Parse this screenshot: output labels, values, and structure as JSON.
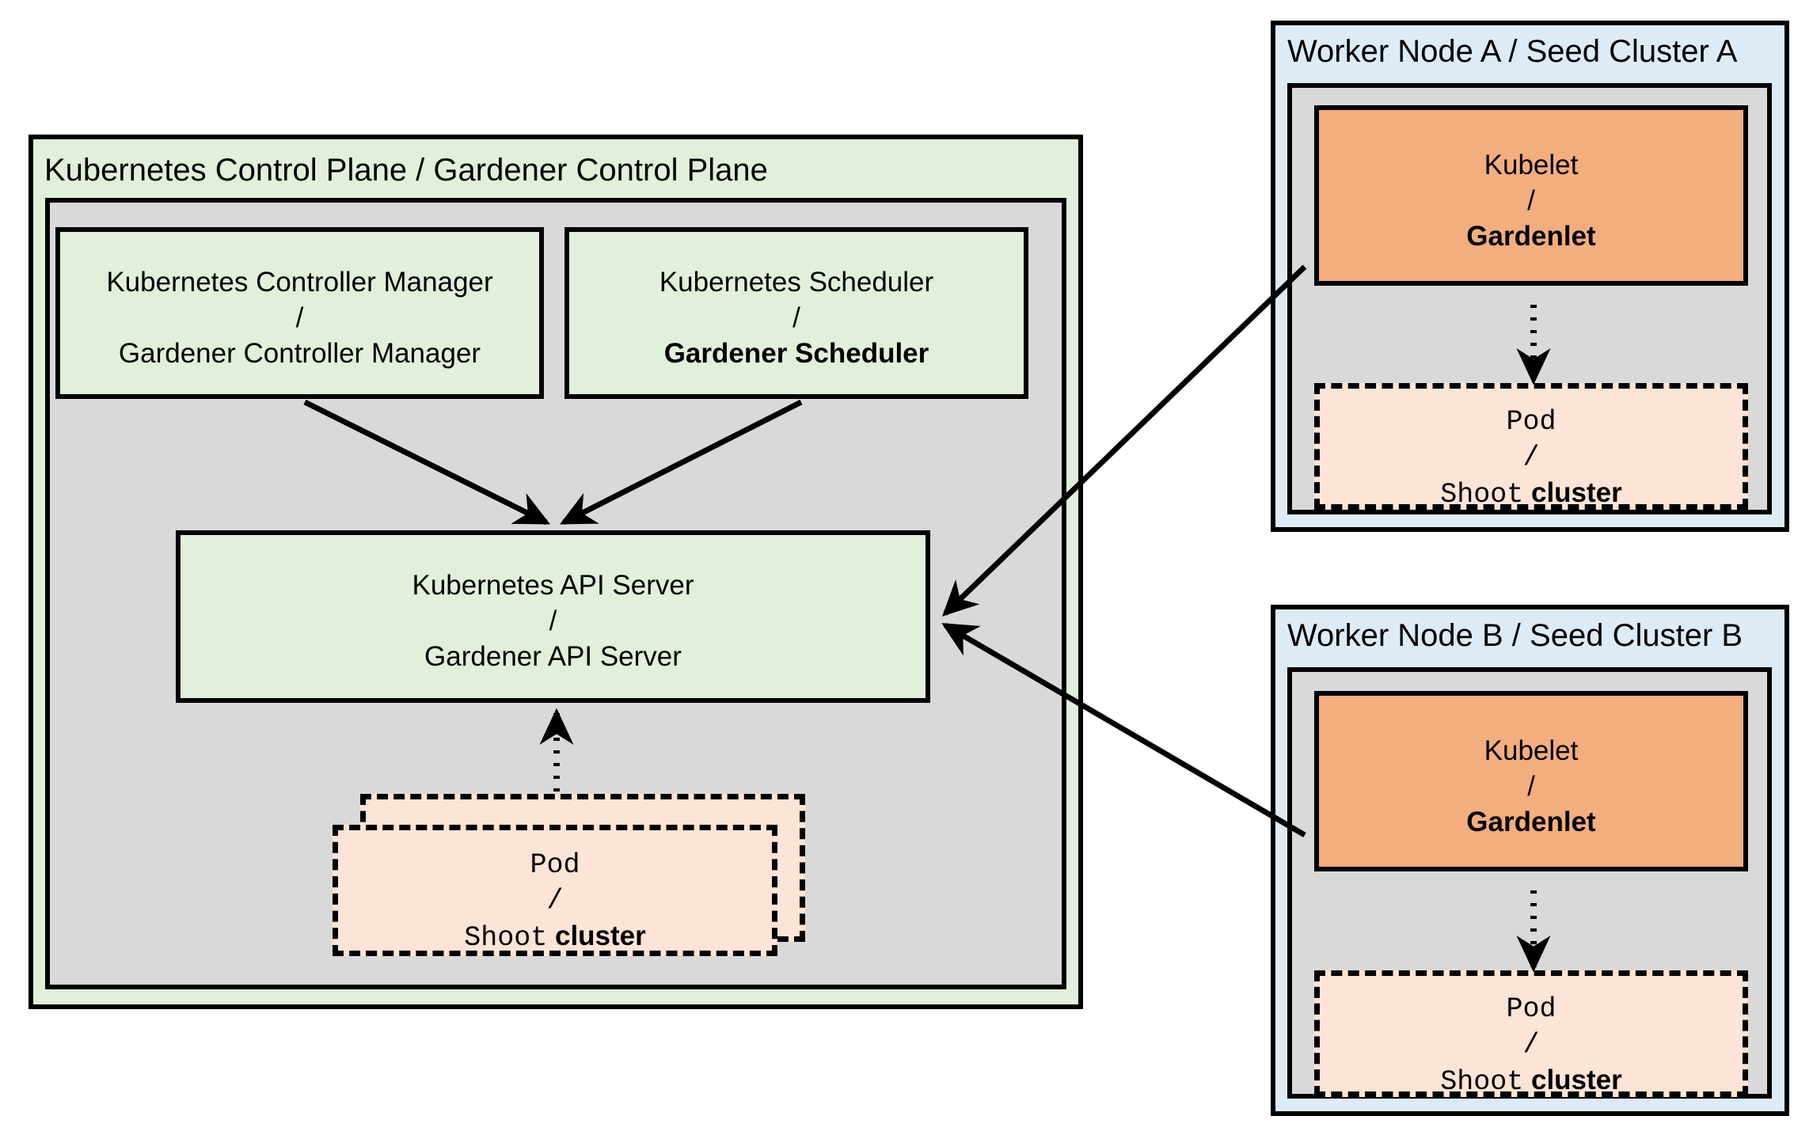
{
  "diagram": {
    "title_hidden": "",
    "control_plane": {
      "title": "Kubernetes Control Plane / Gardener Control Plane",
      "components": [
        {
          "id": "controller-manager",
          "line1": "Kubernetes Controller Manager",
          "separator": "/",
          "line2": "Gardener Controller Manager",
          "line2_bold": false,
          "fill": "#E2EFDA"
        },
        {
          "id": "scheduler",
          "line1": "Kubernetes Scheduler",
          "separator": "/",
          "line2": "Gardener Scheduler",
          "line2_bold": true,
          "fill": "#E2EFDA"
        },
        {
          "id": "api-server",
          "line1": "Kubernetes API Server",
          "separator": "/",
          "line2": "Gardener API Server",
          "line2_bold": false,
          "fill": "#E2EFDA"
        }
      ],
      "pod": {
        "line1": "Pod",
        "separator": "/",
        "line2_mono": "Shoot",
        "line2_bold": "cluster",
        "fill": "#FCE4D6"
      }
    },
    "worker_nodes": [
      {
        "id": "worker-node-a",
        "title": "Worker Node A / Seed Cluster A",
        "kubelet": {
          "line1": "Kubelet",
          "separator": "/",
          "line2": "Gardenlet",
          "fill": "#F2AE7E"
        },
        "pod": {
          "line1": "Pod",
          "separator": "/",
          "line2_mono": "Shoot",
          "line2_bold": "cluster",
          "fill": "#FCE4D6"
        }
      },
      {
        "id": "worker-node-b",
        "title": "Worker Node B / Seed Cluster B",
        "kubelet": {
          "line1": "Kubelet",
          "separator": "/",
          "line2": "Gardenlet",
          "fill": "#F2AE7E"
        },
        "pod": {
          "line1": "Pod",
          "separator": "/",
          "line2_mono": "Shoot",
          "line2_bold": "cluster",
          "fill": "#FCE4D6"
        }
      }
    ],
    "colors": {
      "green": "#E2EFDA",
      "grey": "#D9D9D9",
      "blue": "#DDEBF7",
      "orange": "#F2AE7E",
      "peach": "#FCE4D6",
      "stroke": "#000000",
      "background": "#FFFFFF"
    },
    "connections": [
      {
        "from": "controller-manager",
        "to": "api-server",
        "style": "solid-arrow"
      },
      {
        "from": "scheduler",
        "to": "api-server",
        "style": "solid-arrow"
      },
      {
        "from": "control-plane-pod",
        "to": "api-server",
        "style": "dotted-arrow"
      },
      {
        "from": "worker-node-a-gardenlet",
        "to": "api-server",
        "style": "solid-arrow"
      },
      {
        "from": "worker-node-b-gardenlet",
        "to": "api-server",
        "style": "solid-arrow"
      },
      {
        "from": "worker-node-a-gardenlet",
        "to": "worker-node-a-pod",
        "style": "dotted-arrow"
      },
      {
        "from": "worker-node-b-gardenlet",
        "to": "worker-node-b-pod",
        "style": "dotted-arrow"
      }
    ]
  }
}
